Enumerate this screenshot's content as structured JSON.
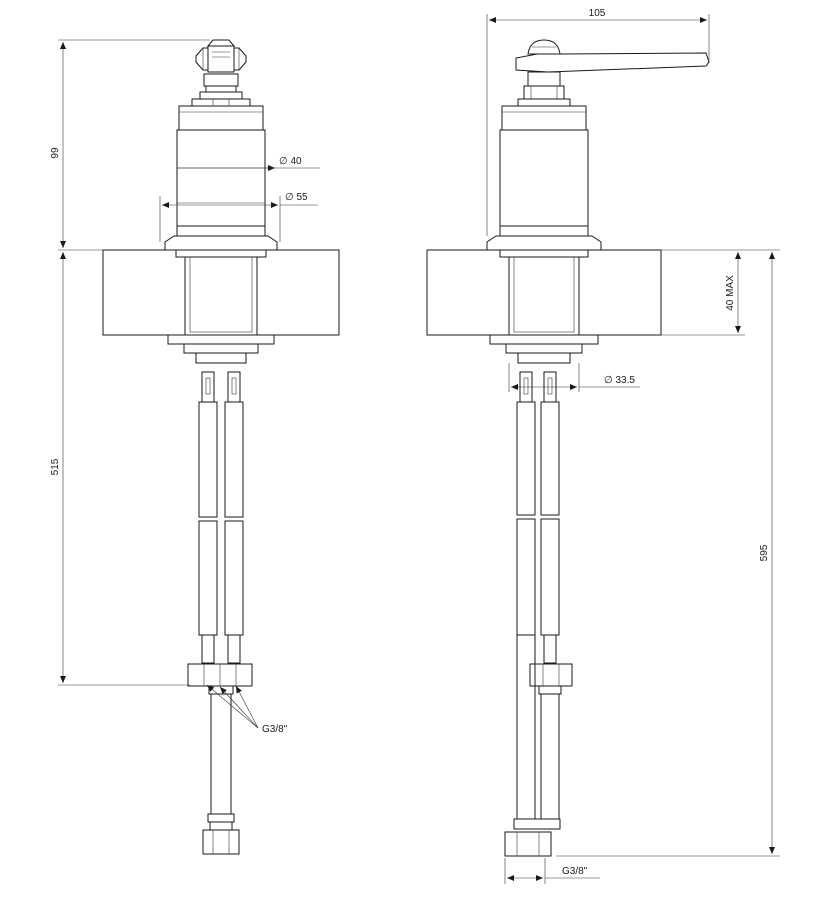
{
  "front_view": {
    "dim_top_height": "99",
    "dim_inner_diameter": "∅ 40",
    "dim_outer_diameter": "∅ 55",
    "dim_hose_length": "515",
    "thread_label": "G3/8\""
  },
  "side_view": {
    "dim_handle_reach": "105",
    "dim_max_thickness": "40 MAX",
    "dim_shank_diameter": "∅ 33.5",
    "dim_total_length": "595",
    "thread_label": "G3/8\""
  },
  "colors": {
    "line": "#1a1a1a",
    "background": "#ffffff"
  }
}
